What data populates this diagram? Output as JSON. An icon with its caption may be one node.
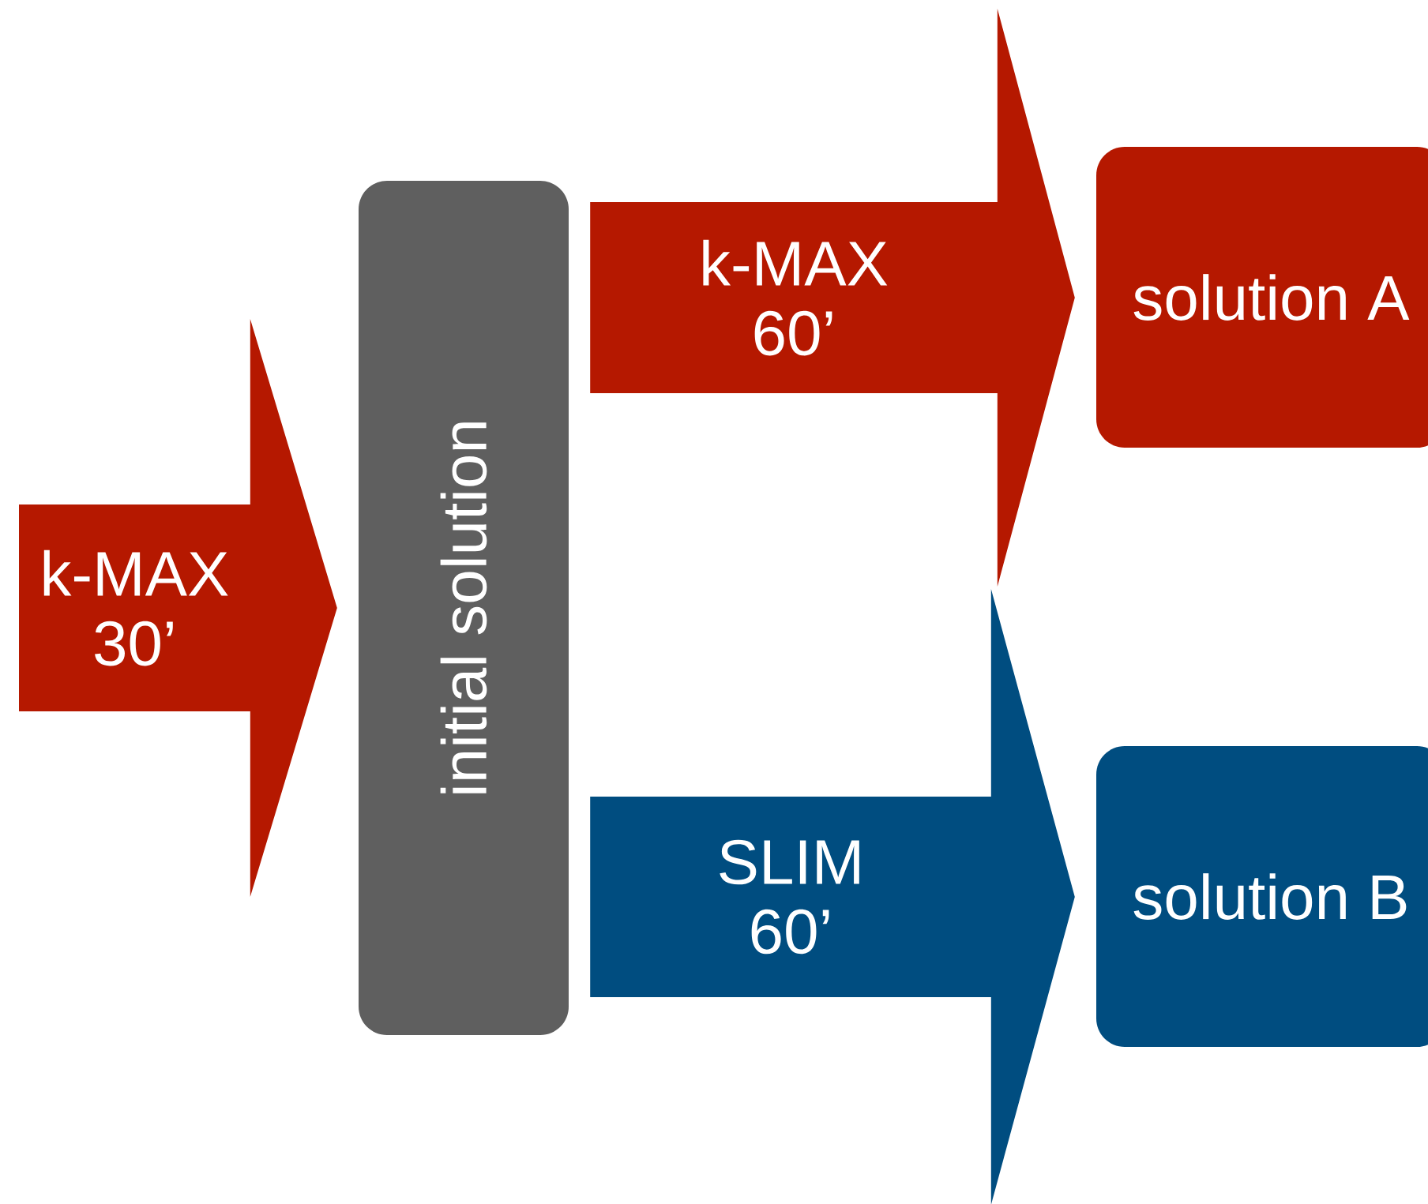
{
  "diagram": {
    "nodes": [
      {
        "text": [
          "initial solution"
        ]
      },
      {
        "text": [
          "solution A"
        ]
      },
      {
        "text": [
          "solution B"
        ]
      }
    ],
    "edges": [
      {
        "from": null,
        "to": 0,
        "arrow": "to",
        "label": "k-MAX 30’"
      },
      {
        "from": 0,
        "to": 1,
        "arrow": "to",
        "label": "k-MAX 60’"
      },
      {
        "from": 0,
        "to": 2,
        "arrow": "to",
        "label": "SLIM 60’",
        "color": "#004d80"
      }
    ]
  }
}
